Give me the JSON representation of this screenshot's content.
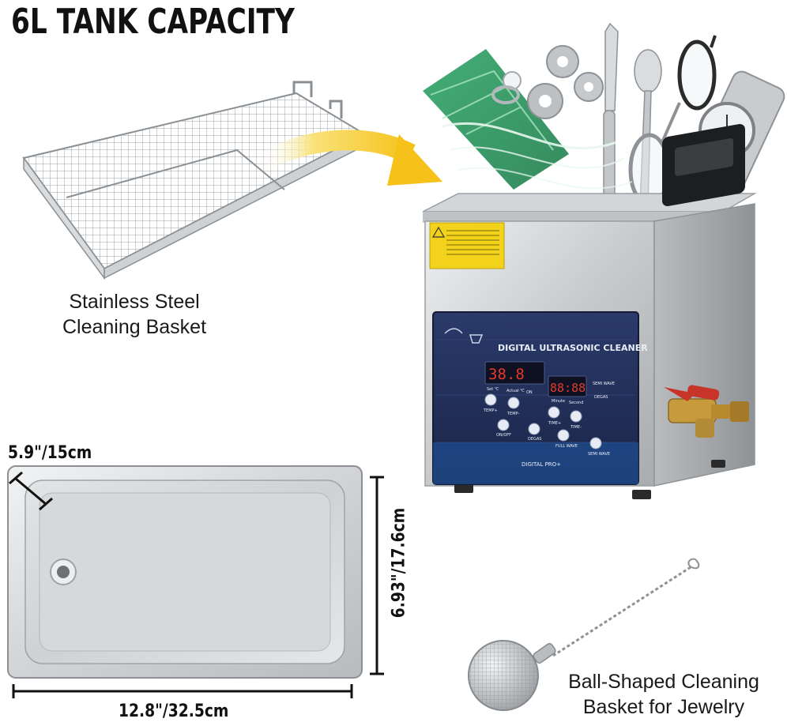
{
  "heading": "6L TANK CAPACITY",
  "basket_caption": [
    "Stainless Steel",
    "Cleaning Basket"
  ],
  "jewelry_caption": [
    "Ball-Shaped Cleaning",
    "Basket for Jewelry"
  ],
  "dimensions": {
    "depth": "5.9\"/15cm",
    "width": "6.93\"/17.6cm",
    "length": "12.8\"/32.5cm"
  },
  "control_panel": {
    "title": "DIGITAL ULTRASONIC CLEANER",
    "left_display": "38.8",
    "right_display": "88:88",
    "brand": "DIGITAL PRO+",
    "labels": {
      "set_c": "Set ℃",
      "actual_c": "Actual ℃",
      "on": "ON",
      "minute": "Minute",
      "second": "Second",
      "semi_wave_top": "SEMI WAVE",
      "degas_top": "DEGAS",
      "temp_up": "TEMP+",
      "temp_down": "TEMP-",
      "time_up": "TIME+",
      "time_down": "TIME-",
      "on_off": "ON/OFF",
      "degas": "DEGAS",
      "full_wave": "FULL WAVE",
      "semi_wave": "SEMI WAVE"
    }
  },
  "colors": {
    "accent_arrow": "#f6c21a",
    "panel_blue": "#22315c",
    "steel": "#c9cbcd",
    "warning_label": "#f2d21b",
    "valve_red": "#c9342a",
    "brass": "#c79a3b"
  }
}
